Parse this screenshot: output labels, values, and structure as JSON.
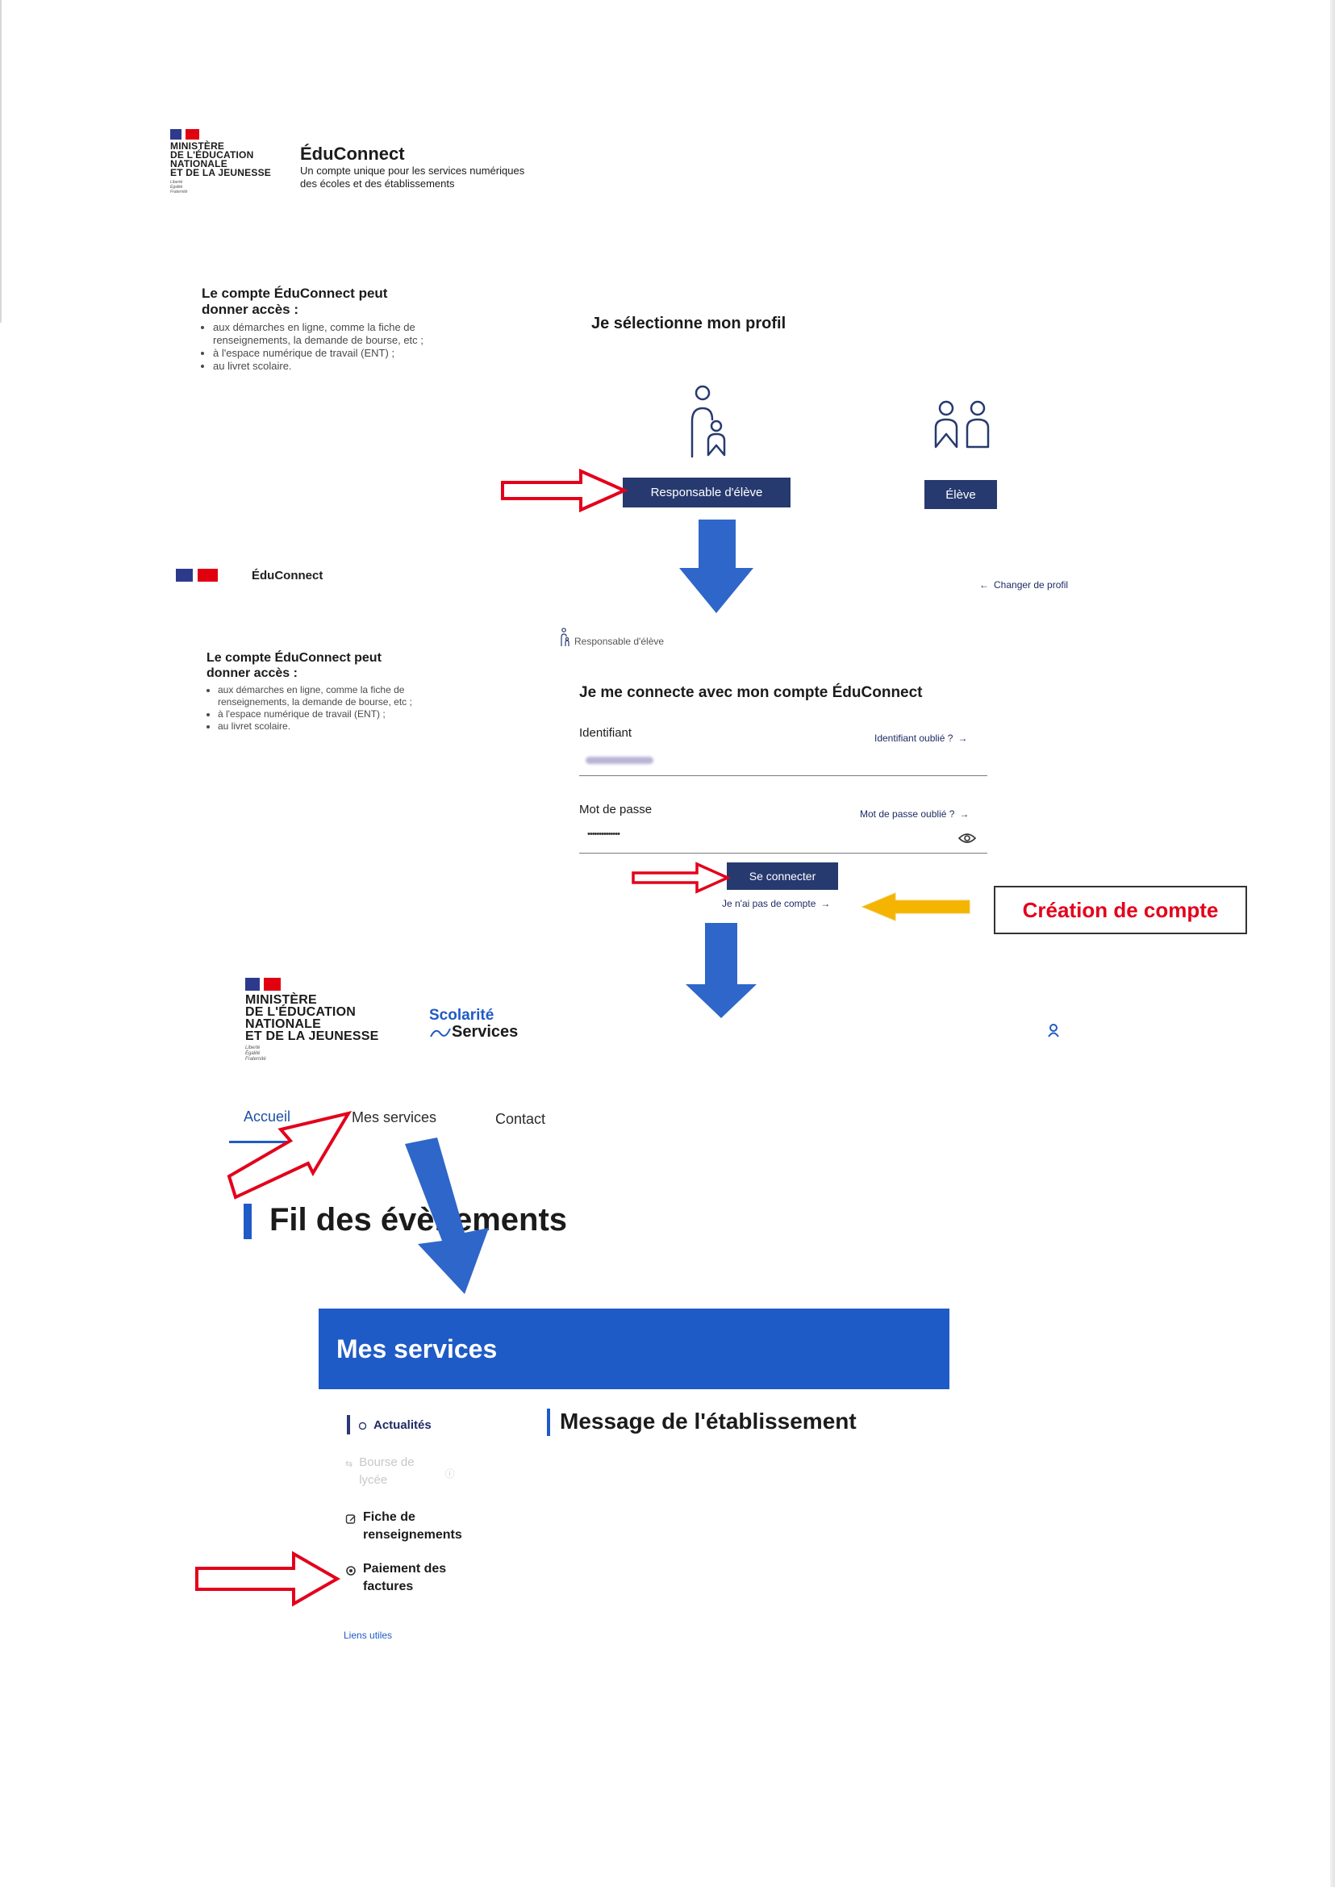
{
  "ministry": {
    "lines": [
      "MINISTÈRE",
      "DE L'ÉDUCATION",
      "NATIONALE",
      "ET DE LA JEUNESSE"
    ],
    "motto": [
      "Liberté",
      "Égalité",
      "Fraternité"
    ]
  },
  "educonnect_header": {
    "title": "ÉduConnect",
    "subtitle_line1": "Un compte unique pour les services numériques",
    "subtitle_line2": "des écoles et des établissements"
  },
  "info_box": {
    "title_line1": "Le compte ÉduConnect peut",
    "title_line2": "donner accès :",
    "items": [
      "aux démarches en ligne, comme la fiche de renseignements, la demande de bourse, etc ;",
      "à l'espace numérique de travail (ENT) ;",
      "au livret scolaire."
    ]
  },
  "profile_select": {
    "heading": "Je sélectionne mon profil",
    "responsable_label": "Responsable d'élève",
    "eleve_label": "Élève"
  },
  "login_page": {
    "brand": "ÉduConnect",
    "change_profile": "Changer de profil",
    "current_profile": "Responsable d'élève",
    "heading": "Je me connecte avec mon compte ÉduConnect",
    "identifier_label": "Identifiant",
    "identifier_forgot": "Identifiant oublié ?",
    "password_label": "Mot de passe",
    "password_forgot": "Mot de passe oublié ?",
    "password_value": "••••••••••••••",
    "submit": "Se connecter",
    "no_account": "Je n'ai pas de compte",
    "create_account_annotation": "Création de compte"
  },
  "scolarite": {
    "brand_line1": "Scolarité",
    "brand_line2": "Services",
    "nav": [
      "Accueil",
      "Mes services",
      "Contact"
    ],
    "heading": "Fil des évènements"
  },
  "mes_services": {
    "banner": "Mes services",
    "menu": {
      "actualites": "Actualités",
      "bourse_line1": "Bourse de",
      "bourse_line2": "lycée",
      "fiche_line1": "Fiche de",
      "fiche_line2": "renseignements",
      "paiement_line1": "Paiement des",
      "paiement_line2": "factures",
      "liens": "Liens utiles"
    },
    "message_heading": "Message de l'établissement"
  },
  "colors": {
    "navy": "#273a6f",
    "blue": "#1f5bc6",
    "arrow_blue": "#2f66c9",
    "arrow_red": "#e3001b",
    "arrow_yellow": "#f4b400"
  }
}
